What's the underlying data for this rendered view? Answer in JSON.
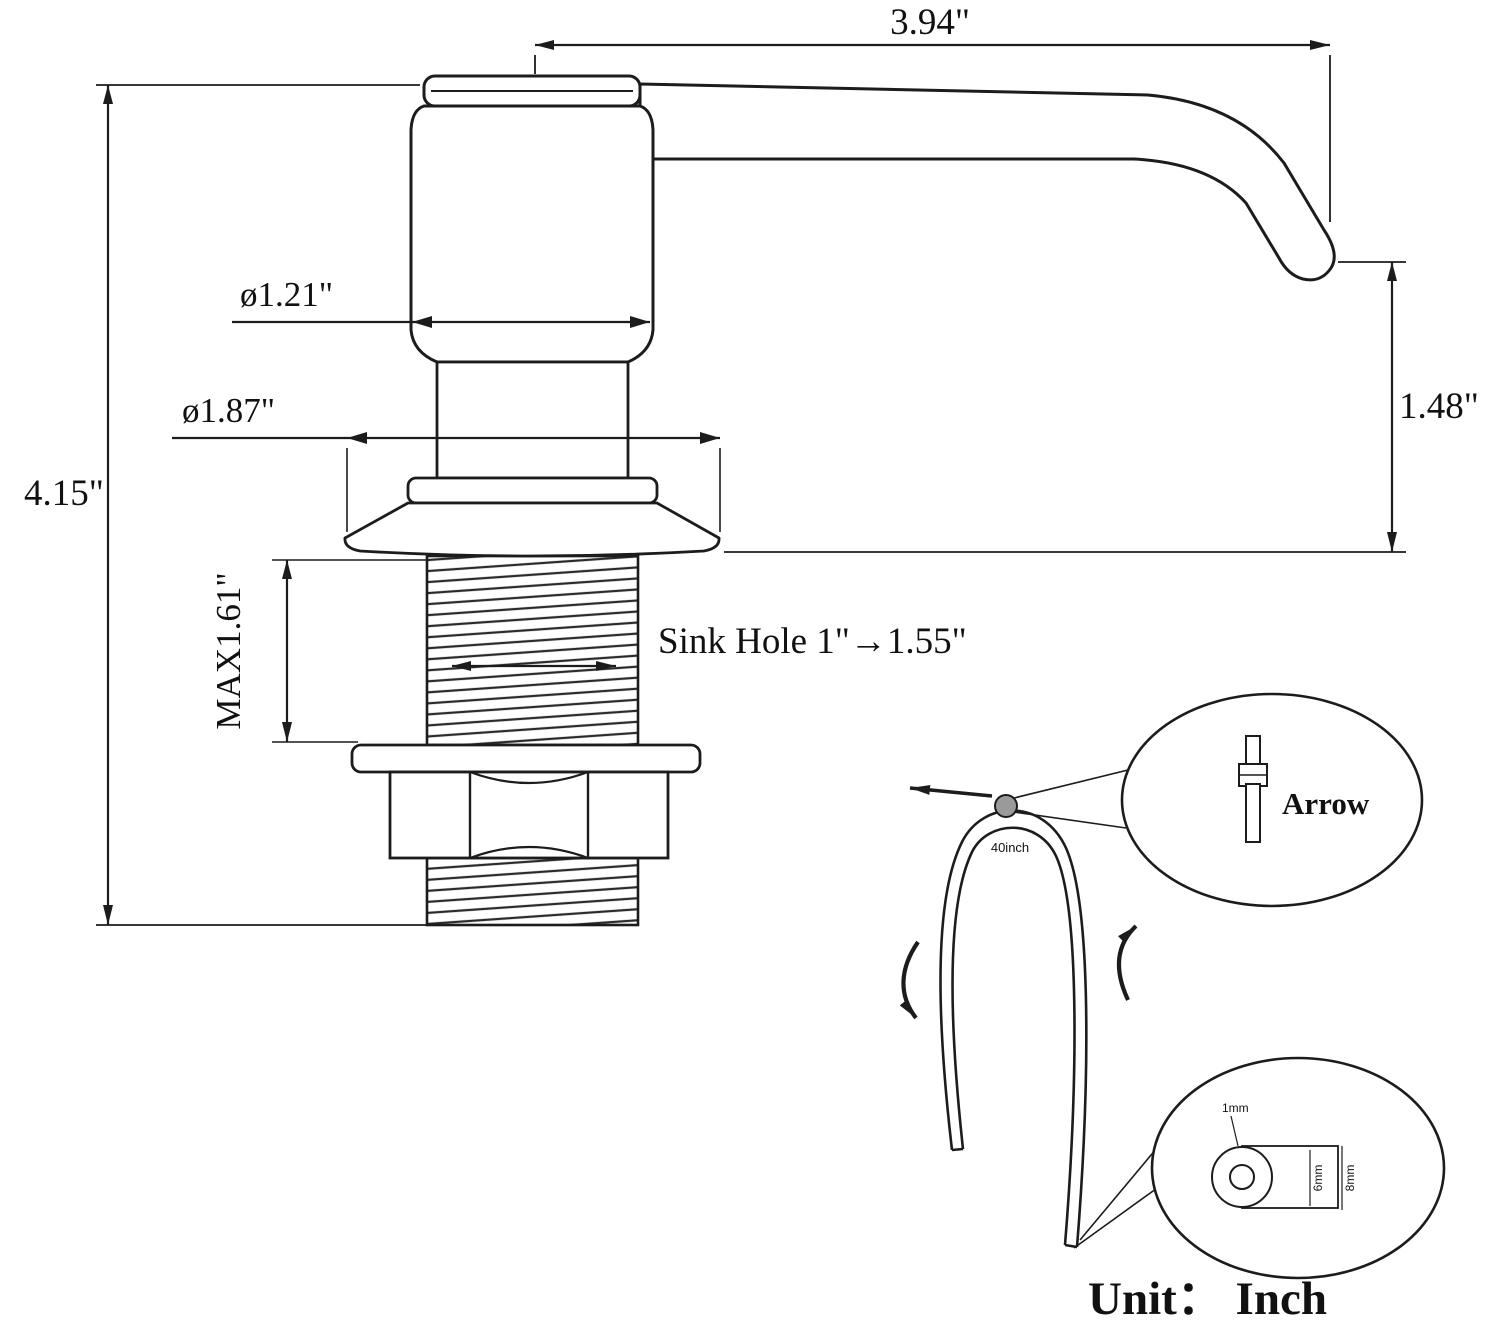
{
  "diagram": {
    "ink": "#1c1c1c",
    "dimensions": {
      "spout_length": "3.94\"",
      "head_diameter": "ø1.21\"",
      "flange_diameter": "ø1.87\"",
      "total_height": "4.15\"",
      "thread_max": "MAX1.61\"",
      "spout_drop": "1.48\"",
      "sink_hole": "Sink Hole 1\"→1.55\""
    },
    "tube": {
      "length_label": "40inch"
    },
    "valve_detail": {
      "label": "Arrow"
    },
    "grommet_detail": {
      "top": "1mm",
      "inner": "6mm",
      "outer": "8mm"
    },
    "unit_label": "Unit： Inch"
  }
}
